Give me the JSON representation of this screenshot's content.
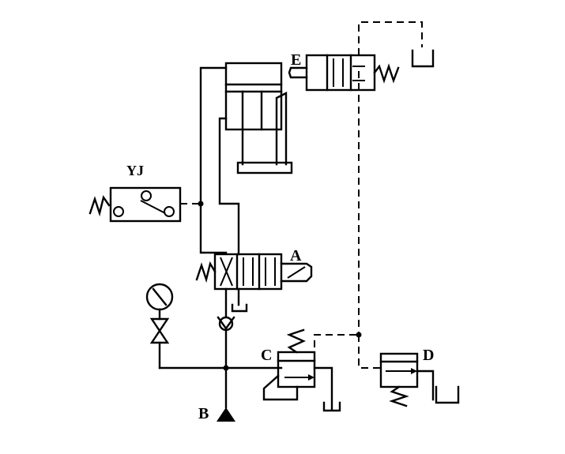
{
  "labels": {
    "relay": "YJ",
    "valve_a": "A",
    "pump_b": "B",
    "valve_c": "C",
    "valve_d": "D",
    "valve_e": "E"
  },
  "colors": {
    "ink": "#000000",
    "background": "#ffffff"
  }
}
